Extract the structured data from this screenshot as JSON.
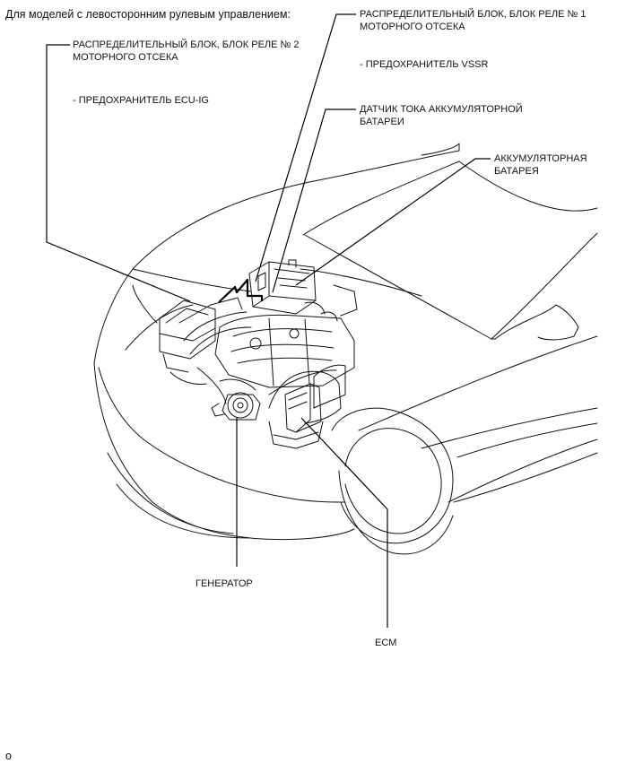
{
  "caption": "Для моделей с левосторонним рулевым управлением:",
  "labels": {
    "relay_block_2_line1": "РАСПРЕДЕЛИТЕЛЬНЫЙ БЛОК, БЛОК РЕЛЕ № 2",
    "relay_block_2_line2": "МОТОРНОГО ОТСЕКА",
    "fuse_ecu_ig": "- ПРЕДОХРАНИТЕЛЬ ECU-IG",
    "relay_block_1_line1": "РАСПРЕДЕЛИТЕЛЬНЫЙ БЛОК, БЛОК РЕЛЕ № 1",
    "relay_block_1_line2": "МОТОРНОГО ОТСЕКА",
    "fuse_vssr": "- ПРЕДОХРАНИТЕЛЬ VSSR",
    "battery_sensor_line1": "ДАТЧИК ТОКА АККУМУЛЯТОРНОЙ",
    "battery_sensor_line2": "БАТАРЕИ",
    "battery_line1": "АККУМУЛЯТОРНАЯ",
    "battery_line2": "БАТАРЕЯ",
    "generator": "ГЕНЕРАТОР",
    "ecm": "ECM"
  },
  "figure_id": "o"
}
